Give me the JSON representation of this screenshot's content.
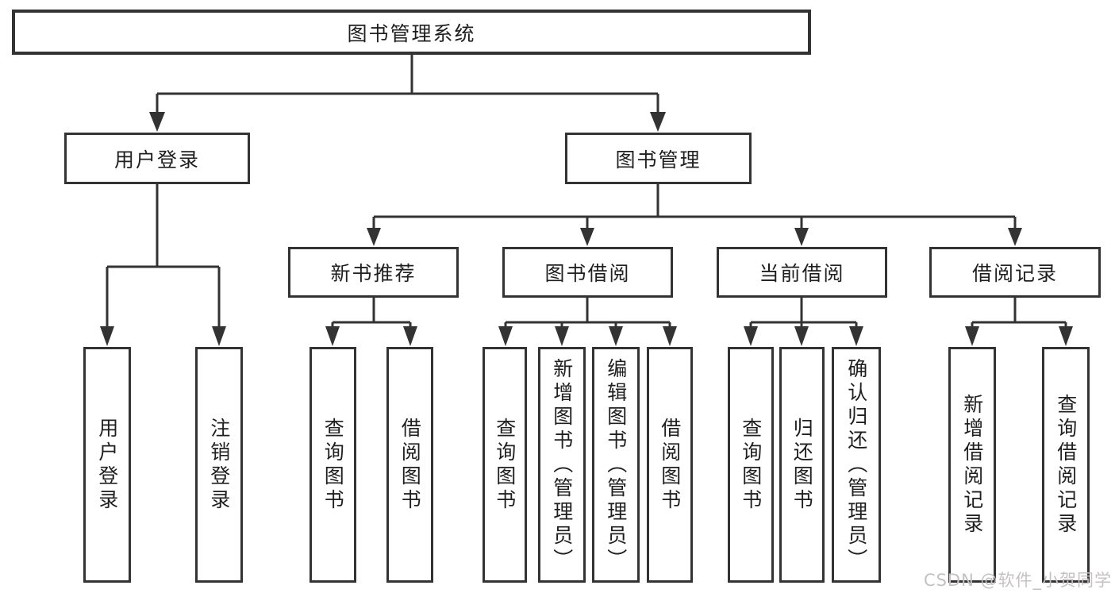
{
  "diagram": {
    "root": "图书管理系统",
    "user_login": {
      "label": "用户登录",
      "leaves": [
        "用户登录",
        "注销登录"
      ]
    },
    "book_management": {
      "label": "图书管理",
      "modules": [
        {
          "label": "新书推荐",
          "leaves": [
            "查询图书",
            "借阅图书"
          ]
        },
        {
          "label": "图书借阅",
          "leaves": [
            "查询图书",
            "新增图书（管理员）",
            "编辑图书（管理员）",
            "借阅图书"
          ]
        },
        {
          "label": "当前借阅",
          "leaves": [
            "查询图书",
            "归还图书",
            "确认归还（管理员）"
          ]
        },
        {
          "label": "借阅记录",
          "leaves": [
            "新增借阅记录",
            "查询借阅记录"
          ]
        }
      ]
    }
  },
  "watermark": "CSDN @软件_小贺同学",
  "colors": {
    "line": "#333333",
    "box_border": "#333333",
    "box_fill": "#ffffff",
    "text": "#1f1f1f",
    "watermark": "#c6c1c1",
    "background": "#ffffff"
  }
}
